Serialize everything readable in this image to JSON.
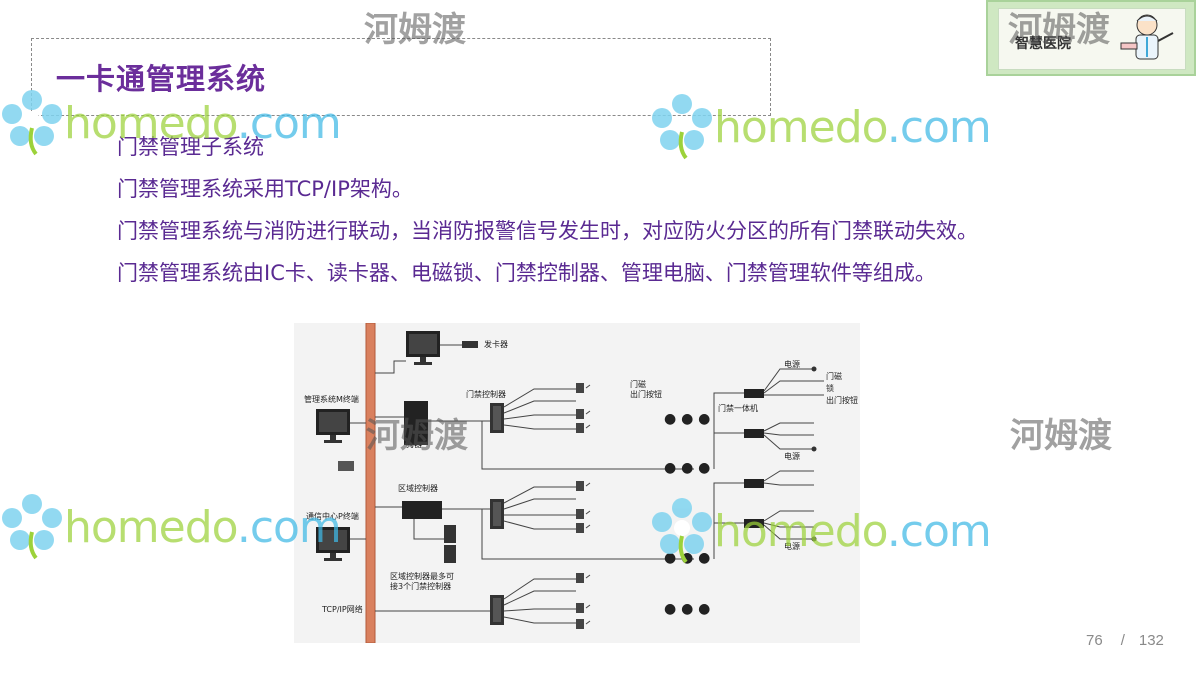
{
  "slide": {
    "title": "一卡通管理系统",
    "bullets": [
      "门禁管理子系统",
      "门禁管理系统采用TCP/IP架构。",
      "门禁管理系统与消防进行联动，当消防报警信号发生时，对应防火分区的所有门禁联动失效。",
      "门禁管理系统由IC卡、读卡器、电磁锁、门禁控制器、管理电脑、门禁管理软件等组成。"
    ]
  },
  "decoration": {
    "text": "智慧医院"
  },
  "diagram": {
    "labels": {
      "card_issuer": "发卡器",
      "mgmt_terminal": "管理系统M终端",
      "dog": "狗器",
      "comm_center": "通信中心P终端",
      "tcpip": "TCP/IP网络",
      "door_controller": "门禁控制器",
      "door_magnet": "门磁",
      "exit_button": "出门按钮",
      "area_controller": "区域控制器",
      "area_note_1": "区域控制器最多可",
      "area_note_2": "接3个门禁控制器",
      "power": "电源",
      "lock": "锁",
      "all_in_one": "门禁一体机",
      "ellipsis": "● ● ●"
    }
  },
  "watermark": {
    "en_1": "home",
    "en_2": "do",
    "en_3": ".com",
    "cn": "河姆渡"
  },
  "pagination": {
    "current": "76",
    "separator": "/",
    "total": "132"
  }
}
